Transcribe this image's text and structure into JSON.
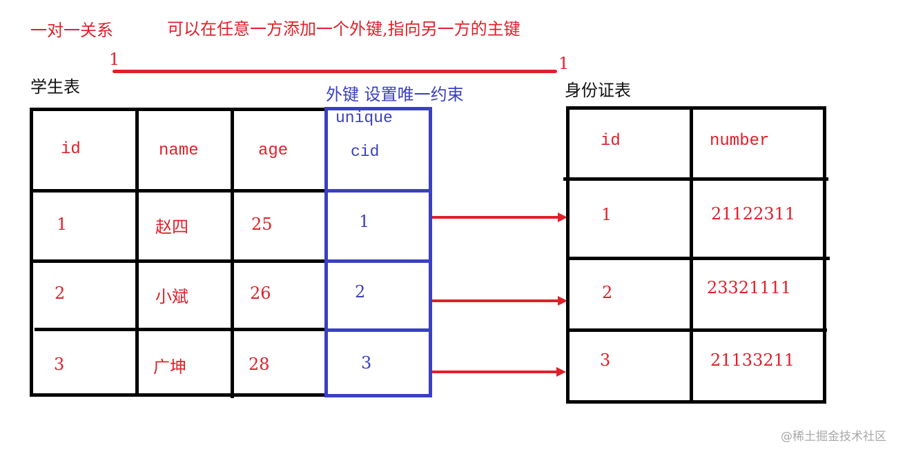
{
  "header": {
    "relation_label": "一对一关系",
    "description": "可以在任意一方添加一个外键,指向另一方的主键"
  },
  "relationship": {
    "left_cardinality": "1",
    "right_cardinality": "1",
    "line_color": "#e0202a"
  },
  "student_table": {
    "title": "学生表",
    "columns": [
      "id",
      "name",
      "age"
    ],
    "rows": [
      [
        "1",
        "赵四",
        "25"
      ],
      [
        "2",
        "小斌",
        "26"
      ],
      [
        "3",
        "广坤",
        "28"
      ]
    ]
  },
  "foreign_key": {
    "caption": "外键  设置唯一约束",
    "constraint": "unique",
    "column": "cid",
    "values": [
      "1",
      "2",
      "3"
    ],
    "color": "#3a40c0"
  },
  "idcard_table": {
    "title": "身份证表",
    "columns": [
      "id",
      "number"
    ],
    "rows": [
      [
        "1",
        "21122311"
      ],
      [
        "2",
        "23321111"
      ],
      [
        "3",
        "21133211"
      ]
    ]
  },
  "watermark": "@稀土掘金技术社区"
}
